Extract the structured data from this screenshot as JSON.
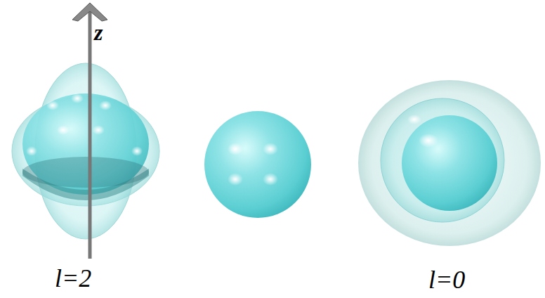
{
  "diagram": {
    "labels": [
      "z",
      "l=2",
      "l=0"
    ]
  }
}
